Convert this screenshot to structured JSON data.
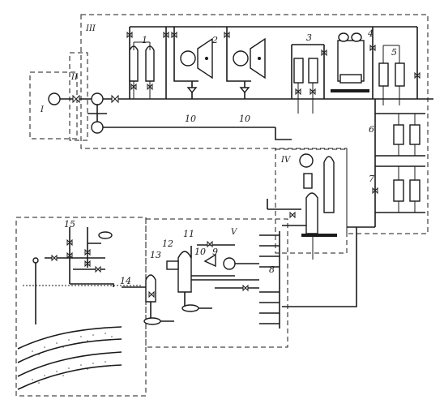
{
  "diagram": {
    "zones": {
      "I": "I",
      "II": "II",
      "III": "III",
      "IV": "IV",
      "V": "V"
    },
    "labels": {
      "n1": "1",
      "n2": "2",
      "n3": "3",
      "n4": "4",
      "n5": "5",
      "n6": "6",
      "n7": "7",
      "n8": "8",
      "n9": "9",
      "n10a": "10",
      "n10b": "10",
      "n10c": "10",
      "n11": "11",
      "n12": "12",
      "n13": "13",
      "n14": "14",
      "n15": "15"
    },
    "colors": {
      "line": "#1a1a1a",
      "background": "#ffffff"
    }
  }
}
